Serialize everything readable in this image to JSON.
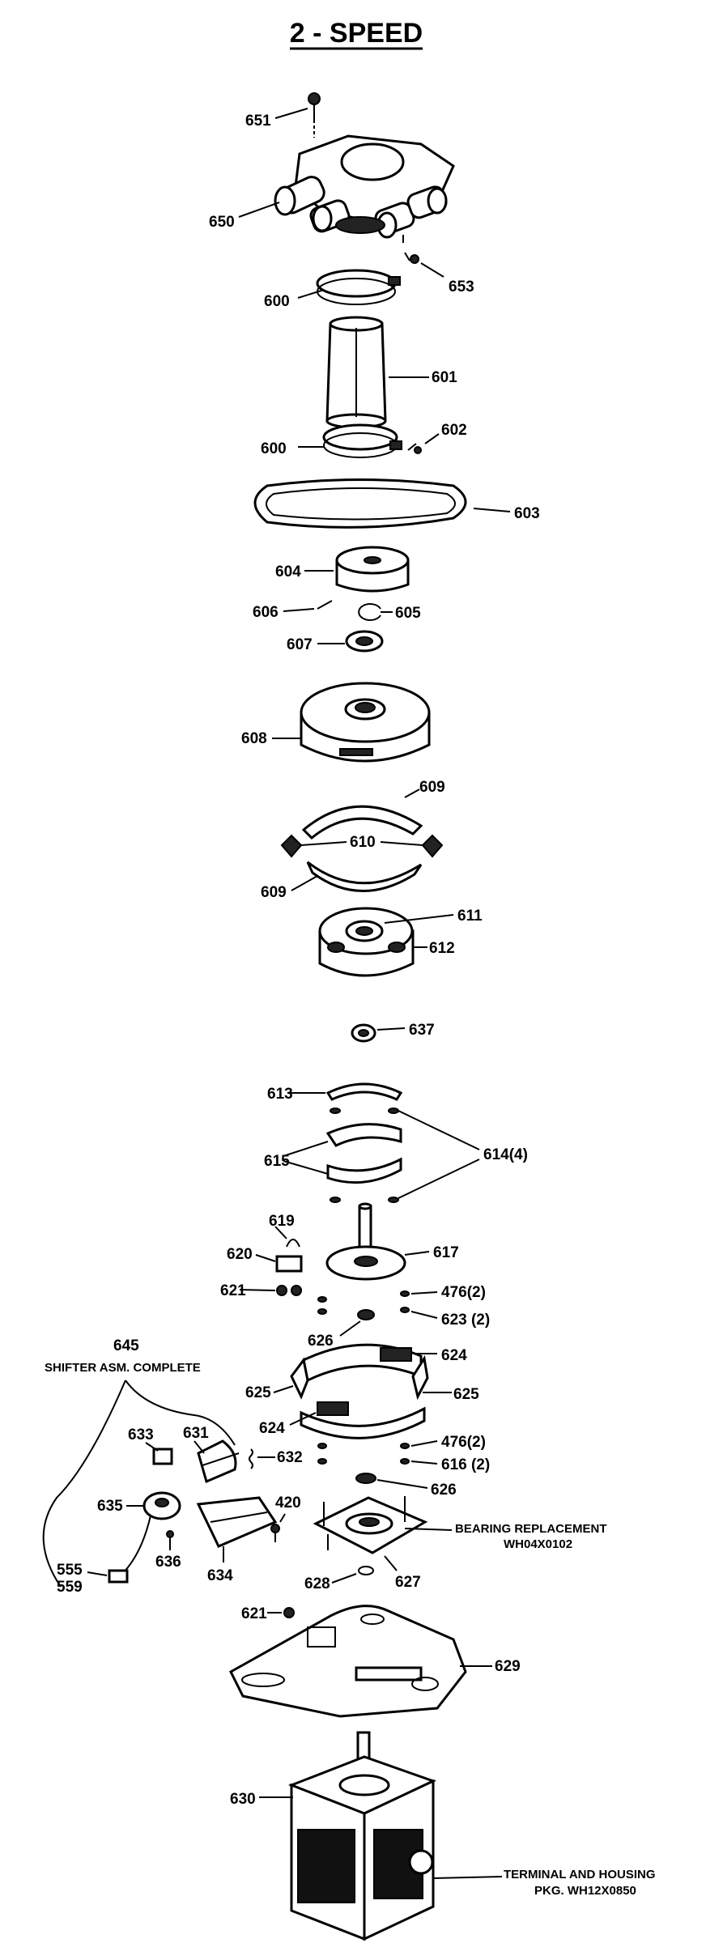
{
  "title": "2 - SPEED",
  "labels": {
    "p651": "651",
    "p650": "650",
    "p653": "653",
    "p600a": "600",
    "p601": "601",
    "p602": "602",
    "p600b": "600",
    "p603": "603",
    "p604": "604",
    "p606": "606",
    "p605": "605",
    "p607": "607",
    "p608": "608",
    "p609a": "609",
    "p610": "610",
    "p609b": "609",
    "p611": "611",
    "p612": "612",
    "p637": "637",
    "p613": "613",
    "p614": "614(4)",
    "p615": "615",
    "p619": "619",
    "p620": "620",
    "p617": "617",
    "p621a": "621",
    "p476a": "476(2)",
    "p623": "623 (2)",
    "p626a": "626",
    "p645": "645",
    "p645_caption": "SHIFTER ASM. COMPLETE",
    "p624a": "624",
    "p625a": "625",
    "p625b": "625",
    "p624b": "624",
    "p633": "633",
    "p631": "631",
    "p632": "632",
    "p476b": "476(2)",
    "p616": "616 (2)",
    "p626b": "626",
    "p635": "635",
    "p420": "420",
    "p636": "636",
    "p634": "634",
    "p555": "555",
    "p559": "559",
    "p628": "628",
    "p627": "627",
    "bearing_line1": "BEARING REPLACEMENT",
    "bearing_line2": "WH04X0102",
    "p621b": "621",
    "p629": "629",
    "p630": "630",
    "terminal_line1": "TERMINAL AND HOUSING",
    "terminal_line2": "PKG. WH12X0850"
  }
}
